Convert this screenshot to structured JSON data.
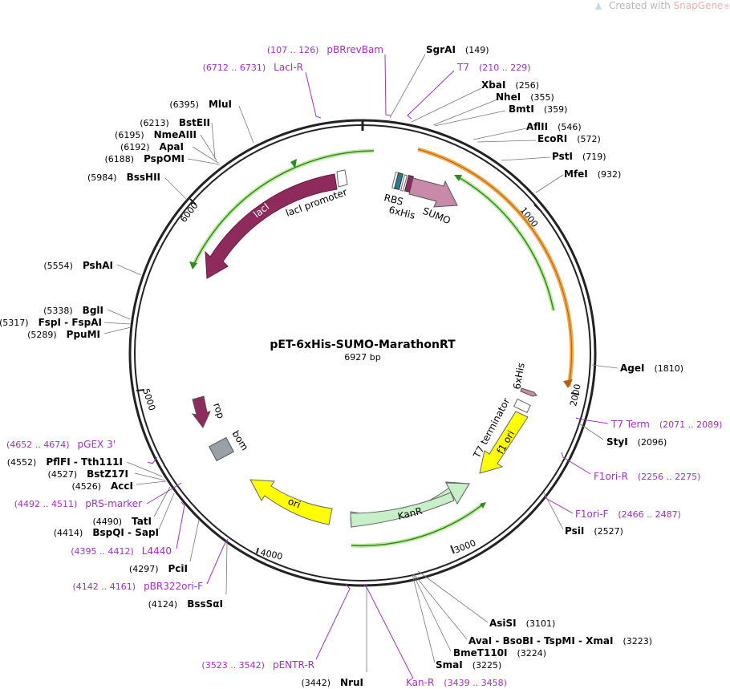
{
  "watermark": {
    "prefix": "Created with ",
    "brand": "SnapGene",
    "reg": "®"
  },
  "plasmid": {
    "name": "pET-6xHis-SUMO-MarathonRT",
    "size": "6927 bp"
  },
  "tick_labels": [
    "1000",
    "2000",
    "3000",
    "4000",
    "5000",
    "6000"
  ],
  "colors": {
    "primer": "#a030c8",
    "ori_orange": "#f0a84a",
    "green": "#2e8b1e",
    "lacI": "#8e2a5c",
    "yellow": "#ffff00",
    "kanR": "#c8f0c8",
    "sumo": "#c88aa8",
    "bom": "#9aa0a8"
  },
  "sites": [
    {
      "name": "SgrAI",
      "pos": "(149)"
    },
    {
      "name": "XbaI",
      "pos": "(256)"
    },
    {
      "name": "NheI",
      "pos": "(355)"
    },
    {
      "name": "BmtI",
      "pos": "(359)"
    },
    {
      "name": "AflII",
      "pos": "(546)"
    },
    {
      "name": "EcoRI",
      "pos": "(572)"
    },
    {
      "name": "PstI",
      "pos": "(719)"
    },
    {
      "name": "MfeI",
      "pos": "(932)"
    },
    {
      "name": "AgeI",
      "pos": "(1810)"
    },
    {
      "name": "StyI",
      "pos": "(2096)"
    },
    {
      "name": "PsiI",
      "pos": "(2527)"
    },
    {
      "name": "AsiSI",
      "pos": "(3101)"
    },
    {
      "name": "AvaI",
      "pos": "(3223)",
      "parts": [
        "AvaI",
        "BsoBI",
        "TspMI",
        "XmaI"
      ]
    },
    {
      "name": "BmeT110I",
      "pos": "(3224)"
    },
    {
      "name": "SmaI",
      "pos": "(3225)"
    },
    {
      "name": "NruI",
      "pos": "(3442)"
    },
    {
      "name": "BssSαI",
      "pos": "(4124)"
    },
    {
      "name": "PciI",
      "pos": "(4297)"
    },
    {
      "name": "BspQI",
      "pos": "(4414)",
      "parts": [
        "BspQI",
        "SapI"
      ]
    },
    {
      "name": "TatI",
      "pos": "(4490)"
    },
    {
      "name": "AccI",
      "pos": "(4526)"
    },
    {
      "name": "BstZ17I",
      "pos": "(4527)"
    },
    {
      "name": "PflFI",
      "pos": "(4552)",
      "parts": [
        "PflFI",
        "Tth111I"
      ]
    },
    {
      "name": "PpuMI",
      "pos": "(5289)"
    },
    {
      "name": "FspI",
      "pos": "(5317)",
      "parts": [
        "FspI",
        "FspAI"
      ]
    },
    {
      "name": "BglI",
      "pos": "(5338)"
    },
    {
      "name": "PshAI",
      "pos": "(5554)"
    },
    {
      "name": "BssHII",
      "pos": "(5984)"
    },
    {
      "name": "PspOMI",
      "pos": "(6188)"
    },
    {
      "name": "ApaI",
      "pos": "(6192)"
    },
    {
      "name": "NmeAIII",
      "pos": "(6195)"
    },
    {
      "name": "BstEII",
      "pos": "(6213)"
    },
    {
      "name": "MluI",
      "pos": "(6395)"
    }
  ],
  "primers": [
    {
      "name": "pBRrevBam",
      "range": "(107 .. 126)"
    },
    {
      "name": "LacI-R",
      "range": "(6712 .. 6731)"
    },
    {
      "name": "T7",
      "range": "(210 .. 229)"
    },
    {
      "name": "T7 Term",
      "range": "(2071 .. 2089)"
    },
    {
      "name": "F1ori-R",
      "range": "(2256 .. 2275)"
    },
    {
      "name": "F1ori-F",
      "range": "(2466 .. 2487)"
    },
    {
      "name": "pENTR-R",
      "range": "(3523 .. 3542)"
    },
    {
      "name": "Kan-R",
      "range": "(3439 .. 3458)"
    },
    {
      "name": "pGEX 3'",
      "range": "(4652 .. 4674)"
    },
    {
      "name": "pRS-marker",
      "range": "(4492 .. 4511)"
    },
    {
      "name": "L4440",
      "range": "(4395 .. 4412)"
    },
    {
      "name": "pBR322ori-F",
      "range": "(4142 .. 4161)"
    }
  ],
  "features": {
    "lacI": "lacI",
    "lacI_promoter": "lacI promoter",
    "RBS": "RBS",
    "his_inner": "6xHis",
    "SUMO": "SUMO",
    "his_outer": "6xHis",
    "T7_terminator": "T7 terminator",
    "f1_ori": "f1 ori",
    "KanR": "KanR",
    "ori": "ori",
    "rop": "rop",
    "bom": "bom"
  }
}
